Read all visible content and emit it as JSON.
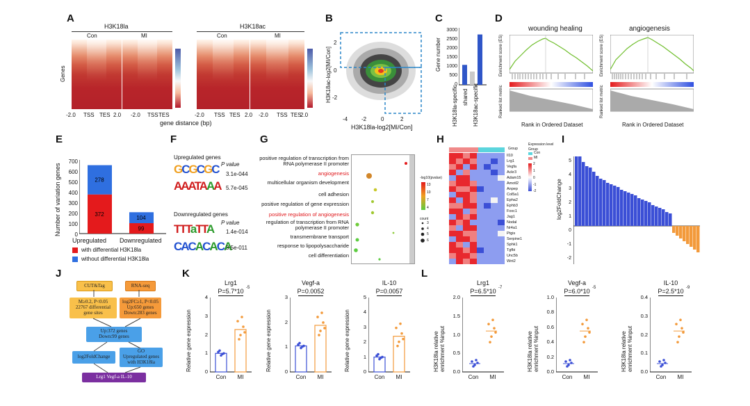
{
  "panels": {
    "A": "A",
    "B": "B",
    "C": "C",
    "D": "D",
    "E": "E",
    "F": "F",
    "G": "G",
    "H": "H",
    "I": "I",
    "J": "J",
    "K": "K",
    "L": "L"
  },
  "a": {
    "group1": "H3K18la",
    "group2": "H3K18ac",
    "con": "Con",
    "mi": "MI",
    "ylabel": "Genes",
    "ticks": [
      "-2.0",
      "TSS",
      "TES",
      "2.0"
    ],
    "xlabel": "gene distance (bp)",
    "cbar_ticks": [
      "",
      "",
      "",
      ""
    ]
  },
  "b": {
    "xlabel": "H3K18la-log2[MI/Con]",
    "ylabel": "H3K18ac-log2[MI/Con]",
    "xticks": [
      "-4",
      "-2",
      "0",
      "2"
    ],
    "yticks": [
      "2",
      "0",
      "-2"
    ]
  },
  "c": {
    "ylabel": "Gene number",
    "yticks": [
      "3000",
      "2500",
      "2000",
      "1500",
      "1000",
      "500",
      "0"
    ],
    "categories": [
      "H3K18la-specific",
      "shared",
      "H3K18ac-specific"
    ]
  },
  "d": {
    "titles": [
      "wounding healing",
      "angiogenesis"
    ],
    "ylabel1": "Enrichment score (ES)",
    "ylabel2": "Ranked list metric",
    "xlabel": "Rank in Ordered Dataset"
  },
  "e": {
    "ylabel": "Number of variation genes",
    "yticks": [
      "700",
      "600",
      "500",
      "400",
      "300",
      "200",
      "100",
      "0"
    ],
    "categories": [
      "Upregulated",
      "Downregulated"
    ],
    "legend": [
      "with differential H3K18la",
      "without differential H3K18la"
    ]
  },
  "f": {
    "up_title": "Upregulated genes",
    "down_title": "Downregulated genes",
    "pvalue_label": "P value",
    "up_motifs": [
      {
        "logo": "GCGCGC",
        "p": "3.1e-044"
      },
      {
        "logo": "AAATAAA",
        "p": "5.7e-045"
      }
    ],
    "down_motifs": [
      {
        "logo": "TTTaTTA",
        "p": "1.4e-014"
      },
      {
        "logo": "CACACACA",
        "p": "3.5e-011"
      }
    ]
  },
  "g": {
    "terms": [
      "positive regulation of transcription from RNA polymerase II promoter",
      "angiogenesis",
      "multicellular organism development",
      "cell adhesion",
      "positive regulation of gene expression",
      "positive regulation of angiogenesis",
      "regulation of transcription from RNA polymerase II promoter",
      "transmembrane transport",
      "response to lipopolysaccharide",
      "cell differentiation"
    ],
    "legend_title": "-log10(pvalue)",
    "legend_ticks": [
      "13",
      "10",
      "7",
      "4"
    ],
    "count_title": "count",
    "count_ticks": [
      "3",
      "4",
      "5",
      "6"
    ]
  },
  "h": {
    "genes": [
      "Il10",
      "Lrg1",
      "Vegfa",
      "Ackr3",
      "Adam15",
      "Amotl2",
      "Anpep",
      "Col5a1",
      "Epha2",
      "Ephb3",
      "Foxc1",
      "Jag1",
      "Nodal",
      "Nr4a1",
      "Ptgis",
      "Serpine1",
      "Sphk1",
      "Tgfbi",
      "Unc5b",
      "Wnt2"
    ],
    "group_label": "Group",
    "legend_title": "Expression level",
    "legend_ticks": [
      "2",
      "1",
      "0",
      "-1",
      "-2"
    ],
    "groups": [
      "Con",
      "MI"
    ]
  },
  "i": {
    "ylabel": "log2FoldChange",
    "yticks": [
      "5",
      "4",
      "3",
      "2",
      "1",
      "0",
      "-1",
      "-2"
    ],
    "values": [
      5.2,
      5.15,
      4.6,
      4.3,
      4.2,
      3.9,
      3.6,
      3.4,
      3.3,
      3.1,
      3.0,
      2.9,
      2.8,
      2.6,
      2.5,
      2.4,
      2.3,
      2.2,
      2.0,
      1.9,
      1.8,
      1.7,
      1.5,
      1.4,
      1.3,
      1.2,
      1.0,
      0.9,
      -0.5,
      -0.7,
      -0.9,
      -1.1,
      -1.3,
      -1.5,
      -1.7,
      -1.9
    ]
  },
  "j": {
    "cut": "CUT&Tag",
    "rna": "RNA-seq",
    "box1": "M≥0.2, P<0.05\n22767 differential\ngene sites",
    "box2": "log2FC≥1, P<0.05\nUp:650 genes\nDown:283 genes",
    "box3": "Up:372 genes\nDown:99 genes",
    "box4": "log2FoldChange",
    "box5": "GO\nUpregulated genes\nwith H3K18la",
    "box6": "Lrg1  Vegf-a  IL-10"
  },
  "k": {
    "ylabel": "Relative gene expression",
    "plots": [
      {
        "title": "Lrg1",
        "p": "P=5.7*10",
        "pexp": "-5",
        "yticks": [
          "4",
          "3",
          "2",
          "1",
          "0"
        ],
        "con": 1.0,
        "mi": 2.28
      },
      {
        "title": "Vegf-a",
        "p": "P=0.0052",
        "pexp": "",
        "yticks": [
          "3",
          "2",
          "1",
          "0"
        ],
        "con": 1.05,
        "mi": 1.88
      },
      {
        "title": "IL-10",
        "p": "P=0.0057",
        "pexp": "",
        "yticks": [
          "5",
          "4",
          "3",
          "2",
          "1",
          "0"
        ],
        "con": 1.0,
        "mi": 2.4
      }
    ],
    "xcats": [
      "Con",
      "MI"
    ]
  },
  "l": {
    "ylabel": "H3K18la relative enrichment %input",
    "plots": [
      {
        "title": "Lrg1",
        "p": "P=6.5*10",
        "pexp": "-7",
        "yticks": [
          "2.0",
          "1.5",
          "1.0",
          "0.5",
          "0.0"
        ]
      },
      {
        "title": "Vegf-a",
        "p": "P=6.0*10",
        "pexp": "-5",
        "yticks": [
          "1.0",
          "0.8",
          "0.6",
          "0.4",
          "0.2",
          "0.0"
        ]
      },
      {
        "title": "IL-10",
        "p": "P=2.5*10",
        "pexp": "-9",
        "yticks": [
          "0.4",
          "0.3",
          "0.2",
          "0.1",
          "0.0"
        ]
      }
    ],
    "xcats": [
      "Con",
      "MI"
    ]
  },
  "colors": {
    "red": "#e41a1c",
    "blue": "#2f6fe0",
    "orange": "#f39a3b",
    "navy": "#3b4fd6",
    "green": "#6bbf3a",
    "purple": "#7b2fa0"
  },
  "chart_data": [
    {
      "type": "bar",
      "panel": "C",
      "categories": [
        "H3K18la-specific",
        "shared",
        "H3K18ac-specific"
      ],
      "values": [
        1050,
        700,
        2650
      ],
      "ylabel": "Gene number",
      "ylim": [
        0,
        3000
      ]
    },
    {
      "type": "bar",
      "panel": "E",
      "categories": [
        "Upregulated",
        "Downregulated"
      ],
      "series": [
        {
          "name": "with differential H3K18la",
          "values": [
            372,
            99
          ]
        },
        {
          "name": "without differential H3K18la",
          "values": [
            278,
            104
          ]
        }
      ],
      "ylabel": "Number of variation genes",
      "ylim": [
        0,
        700
      ]
    },
    {
      "type": "bar",
      "panel": "I",
      "ylabel": "log2FoldChange",
      "ylim": [
        -2,
        5.5
      ]
    }
  ]
}
